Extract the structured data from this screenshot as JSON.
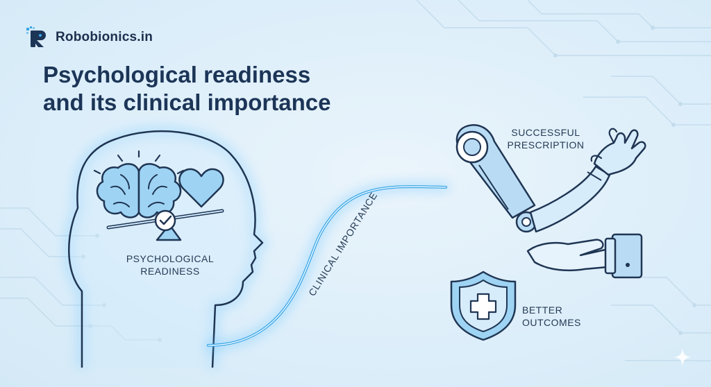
{
  "brand": {
    "name": "Robobionics.in"
  },
  "title": {
    "line1": "Psychological readiness",
    "line2": "and its clinical importance"
  },
  "labels": {
    "psych_line1": "PSYCHOLOGICAL",
    "psych_line2": "READINESS",
    "clinical": "CLINICAL IMPORTANCE",
    "prescription_line1": "SUCCESSFUL",
    "prescription_line2": "PRESCRIPTION",
    "outcomes_line1": "BETTER",
    "outcomes_line2": "OUTCOMES"
  },
  "icons": {
    "brain": "brain-icon",
    "heart": "heart-icon",
    "balance": "balance-scale-icon",
    "check": "checkmark-icon",
    "arm": "prosthetic-arm-icon",
    "hand": "supporting-hand-icon",
    "shield": "medical-shield-icon",
    "sparkle": "sparkle-icon"
  },
  "colors": {
    "accent": "#3aa6e6",
    "glow": "#7fd0ff",
    "navy": "#1c3557",
    "outline": "#1f3553",
    "fill": "#b9dcf4",
    "background": "#e3f1fa"
  }
}
